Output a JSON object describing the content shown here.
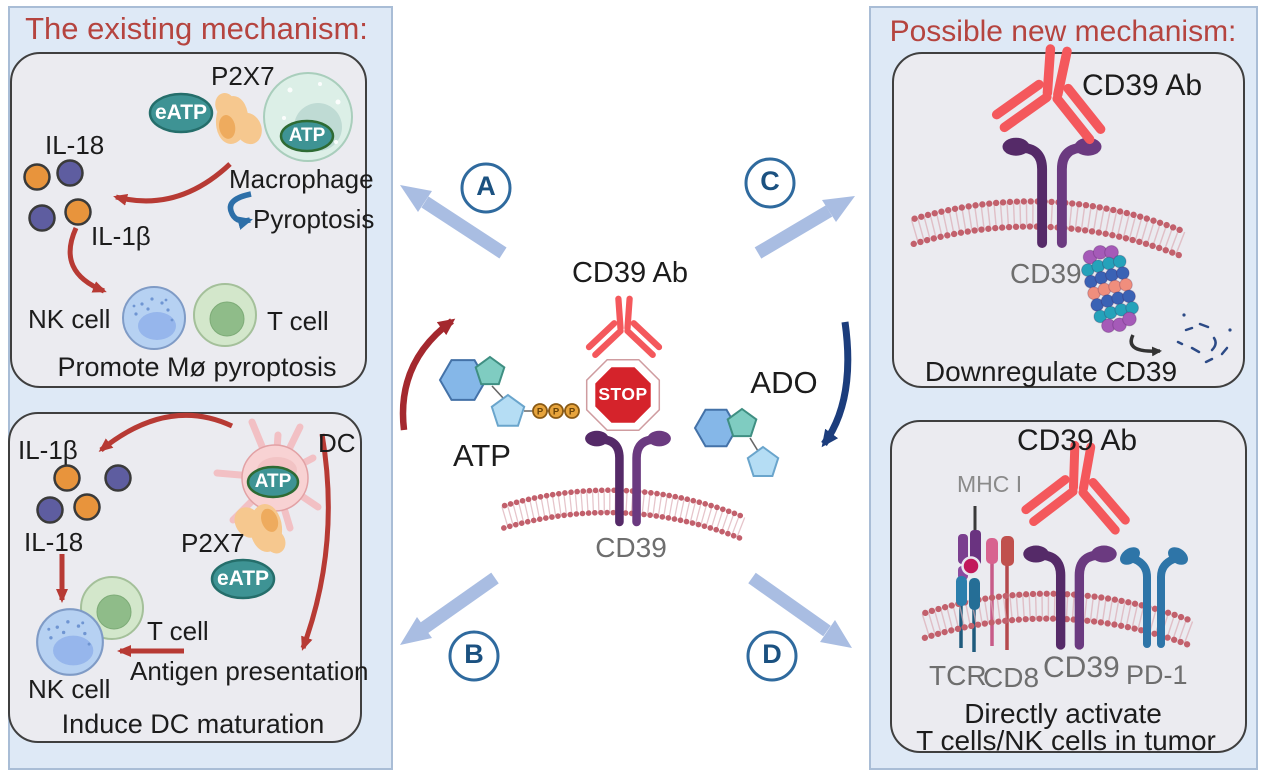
{
  "left": {
    "title": "The existing mechanism:",
    "a": {
      "p2x7": "P2X7",
      "eatp": "eATP",
      "atp": "ATP",
      "macrophage": "Macrophage",
      "pyroptosis": "Pyroptosis",
      "il18": "IL-18",
      "il1b": "IL-1β",
      "nk": "NK cell",
      "t": "T cell",
      "caption": "Promote Mø pyroptosis"
    },
    "b": {
      "il1b": "IL-1β",
      "il18": "IL-18",
      "dc": "DC",
      "atp": "ATP",
      "p2x7": "P2X7",
      "eatp": "eATP",
      "t": "T cell",
      "nk": "NK cell",
      "antigen": "Antigen presentation",
      "caption": "Induce DC maturation"
    }
  },
  "center": {
    "cd39ab": "CD39 Ab",
    "stop": "STOP",
    "cd39": "CD39",
    "atp": "ATP",
    "ado": "ADO",
    "p": "P",
    "markers": {
      "a": "A",
      "b": "B",
      "c": "C",
      "d": "D"
    }
  },
  "right": {
    "title": "Possible new mechanism:",
    "c": {
      "cd39ab": "CD39 Ab",
      "cd39": "CD39",
      "caption": "Downregulate CD39"
    },
    "d": {
      "cd39ab": "CD39 Ab",
      "mhc1": "MHC I",
      "tcr": "TCR",
      "cd8": "CD8",
      "cd39": "CD39",
      "pd1": "PD-1",
      "caption1": "Directly activate",
      "caption2": "T cells/NK cells in tumor"
    }
  },
  "colors": {
    "title_red": "#b5443f",
    "antibody_red": "#f4585c",
    "stop_red": "#d5232b",
    "receptor_purple": "#5e3070",
    "membrane_pink": "#c2606c",
    "teal_ellipse": "#3e9394",
    "thick_arrow_blue": "#a9bde2",
    "letter_blue": "#1b5180",
    "navy_arrow": "#1c3d7c",
    "dark_red_arrow": "#a4282e",
    "red_arrow": "#b73a34",
    "blue_arrow": "#2d6fa8",
    "panel_bg": "#ebebf0",
    "outer_bg": "#dee9f6",
    "gray_label": "#6e6e6e",
    "cytokine_orange": "#e8943c",
    "cytokine_purple": "#5e5da0",
    "nk_cell_blue": "#b6d1f2",
    "t_cell_green": "#d3e7cb",
    "dc_pink": "#f8d2d3",
    "macrophage_green": "#dcefe7",
    "pd1_blue": "#2e75a8"
  }
}
